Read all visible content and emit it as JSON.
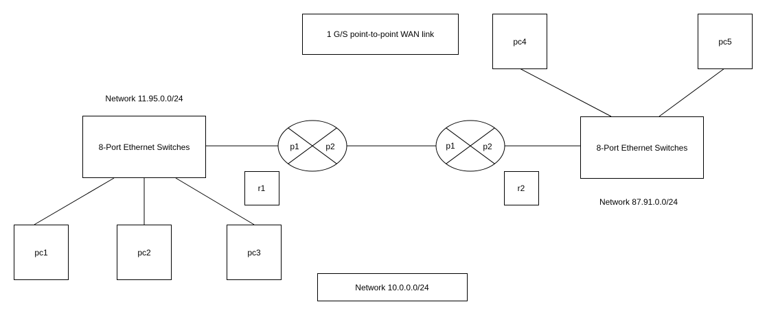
{
  "network_left": {
    "label": "Network 11.95.0.0/24"
  },
  "network_right": {
    "label": "Network 87.91.0.0/24"
  },
  "network_middle": {
    "label": "Network 10.0.0.0/24"
  },
  "wan_link": {
    "label": "1 G/S point-to-point WAN link"
  },
  "switch_left": {
    "label": "8-Port Ethernet Switches"
  },
  "switch_right": {
    "label": "8-Port Ethernet Switches"
  },
  "router_r1": {
    "name": "r1",
    "port_left": "p1",
    "port_right": "p2"
  },
  "router_r2": {
    "name": "r2",
    "port_left": "p1",
    "port_right": "p2"
  },
  "hosts": {
    "pc1": "pc1",
    "pc2": "pc2",
    "pc3": "pc3",
    "pc4": "pc4",
    "pc5": "pc5"
  }
}
